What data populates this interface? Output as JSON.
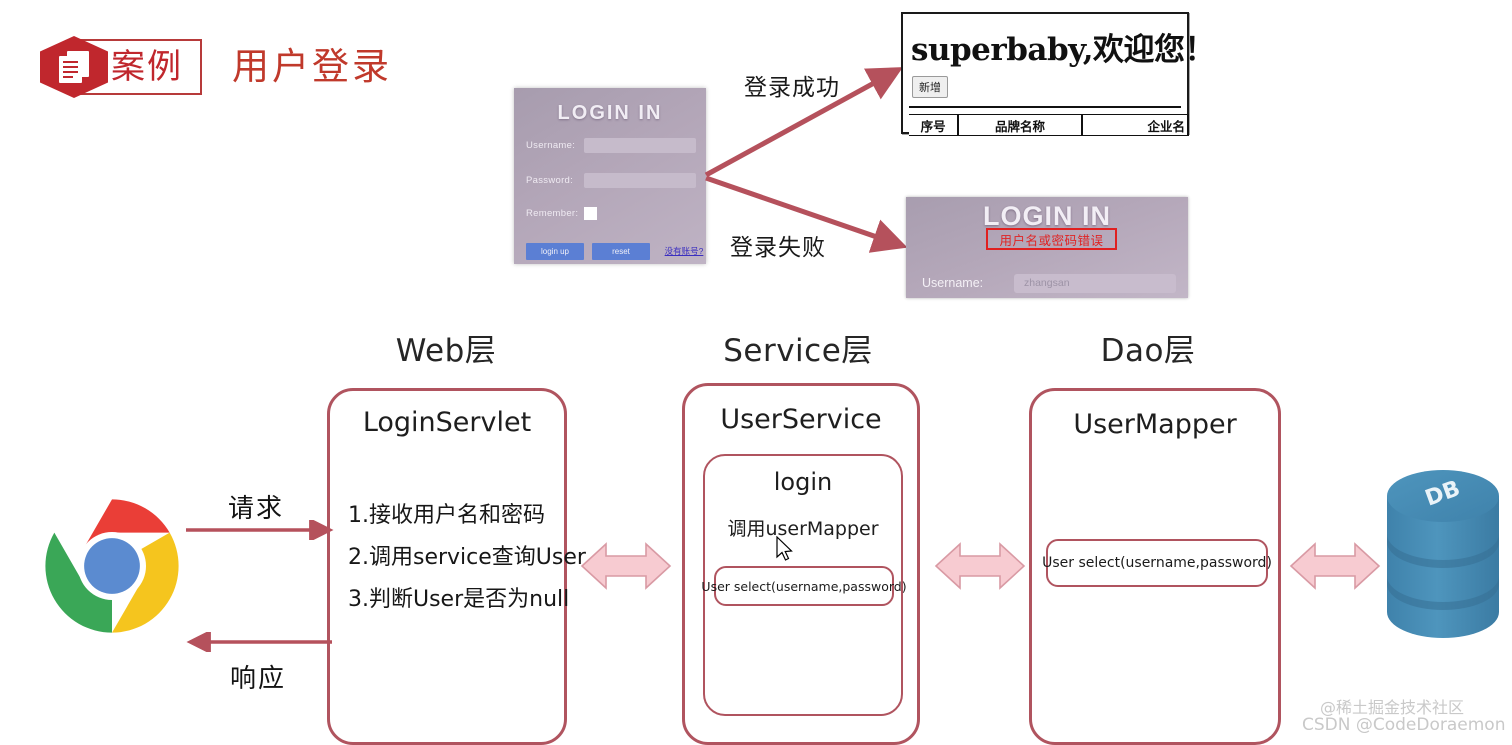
{
  "header": {
    "badge_label": "案例",
    "badge_icon": "document-icon",
    "title": "用户登录"
  },
  "login_card": {
    "title": "LOGIN IN",
    "username_label": "Username:",
    "username_value": "",
    "password_label": "Password:",
    "password_value": "",
    "remember_label": "Remember:",
    "remember_checked": false,
    "submit_label": "login up",
    "reset_label": "reset",
    "register_link": "没有账号?"
  },
  "branches": {
    "success_label": "登录成功",
    "failure_label": "登录失败"
  },
  "success_screen": {
    "welcome_text": "superbaby,欢迎您！",
    "add_button": "新增",
    "table_headers": [
      "序号",
      "品牌名称",
      "企业名"
    ]
  },
  "failure_screen": {
    "title": "LOGIN IN",
    "error_message": "用户名或密码错误",
    "username_label": "Username:",
    "username_value": "zhangsan"
  },
  "layers": [
    {
      "name": "web",
      "title": "Web层"
    },
    {
      "name": "service",
      "title": "Service层"
    },
    {
      "name": "dao",
      "title": "Dao层"
    }
  ],
  "web_box": {
    "title": "LoginServlet",
    "steps": [
      "1.接收用户名和密码",
      "2.调用service查询User",
      "3.判断User是否为null"
    ]
  },
  "service_box": {
    "title": "UserService",
    "method_title": "login",
    "method_desc": "调用userMapper",
    "sql_signature": "User select(username,password)"
  },
  "dao_box": {
    "title": "UserMapper",
    "sql_signature": "User select(username,password)"
  },
  "flow": {
    "request_label": "请求",
    "response_label": "响应"
  },
  "browser_icon": "chrome-icon",
  "database_icon": "database-icon",
  "database_label": "DB",
  "watermarks": {
    "juejin": "@稀土掘金技术社区",
    "csdn": "CSDN @CodeDoraemon"
  },
  "colors": {
    "accent_red": "#c0272d",
    "box_border": "#b0545f",
    "arrow_red": "#b5515c",
    "arrow_fill": "#f6c9cf",
    "login_bg": "#b3a6b8",
    "error_red": "#e02424"
  }
}
